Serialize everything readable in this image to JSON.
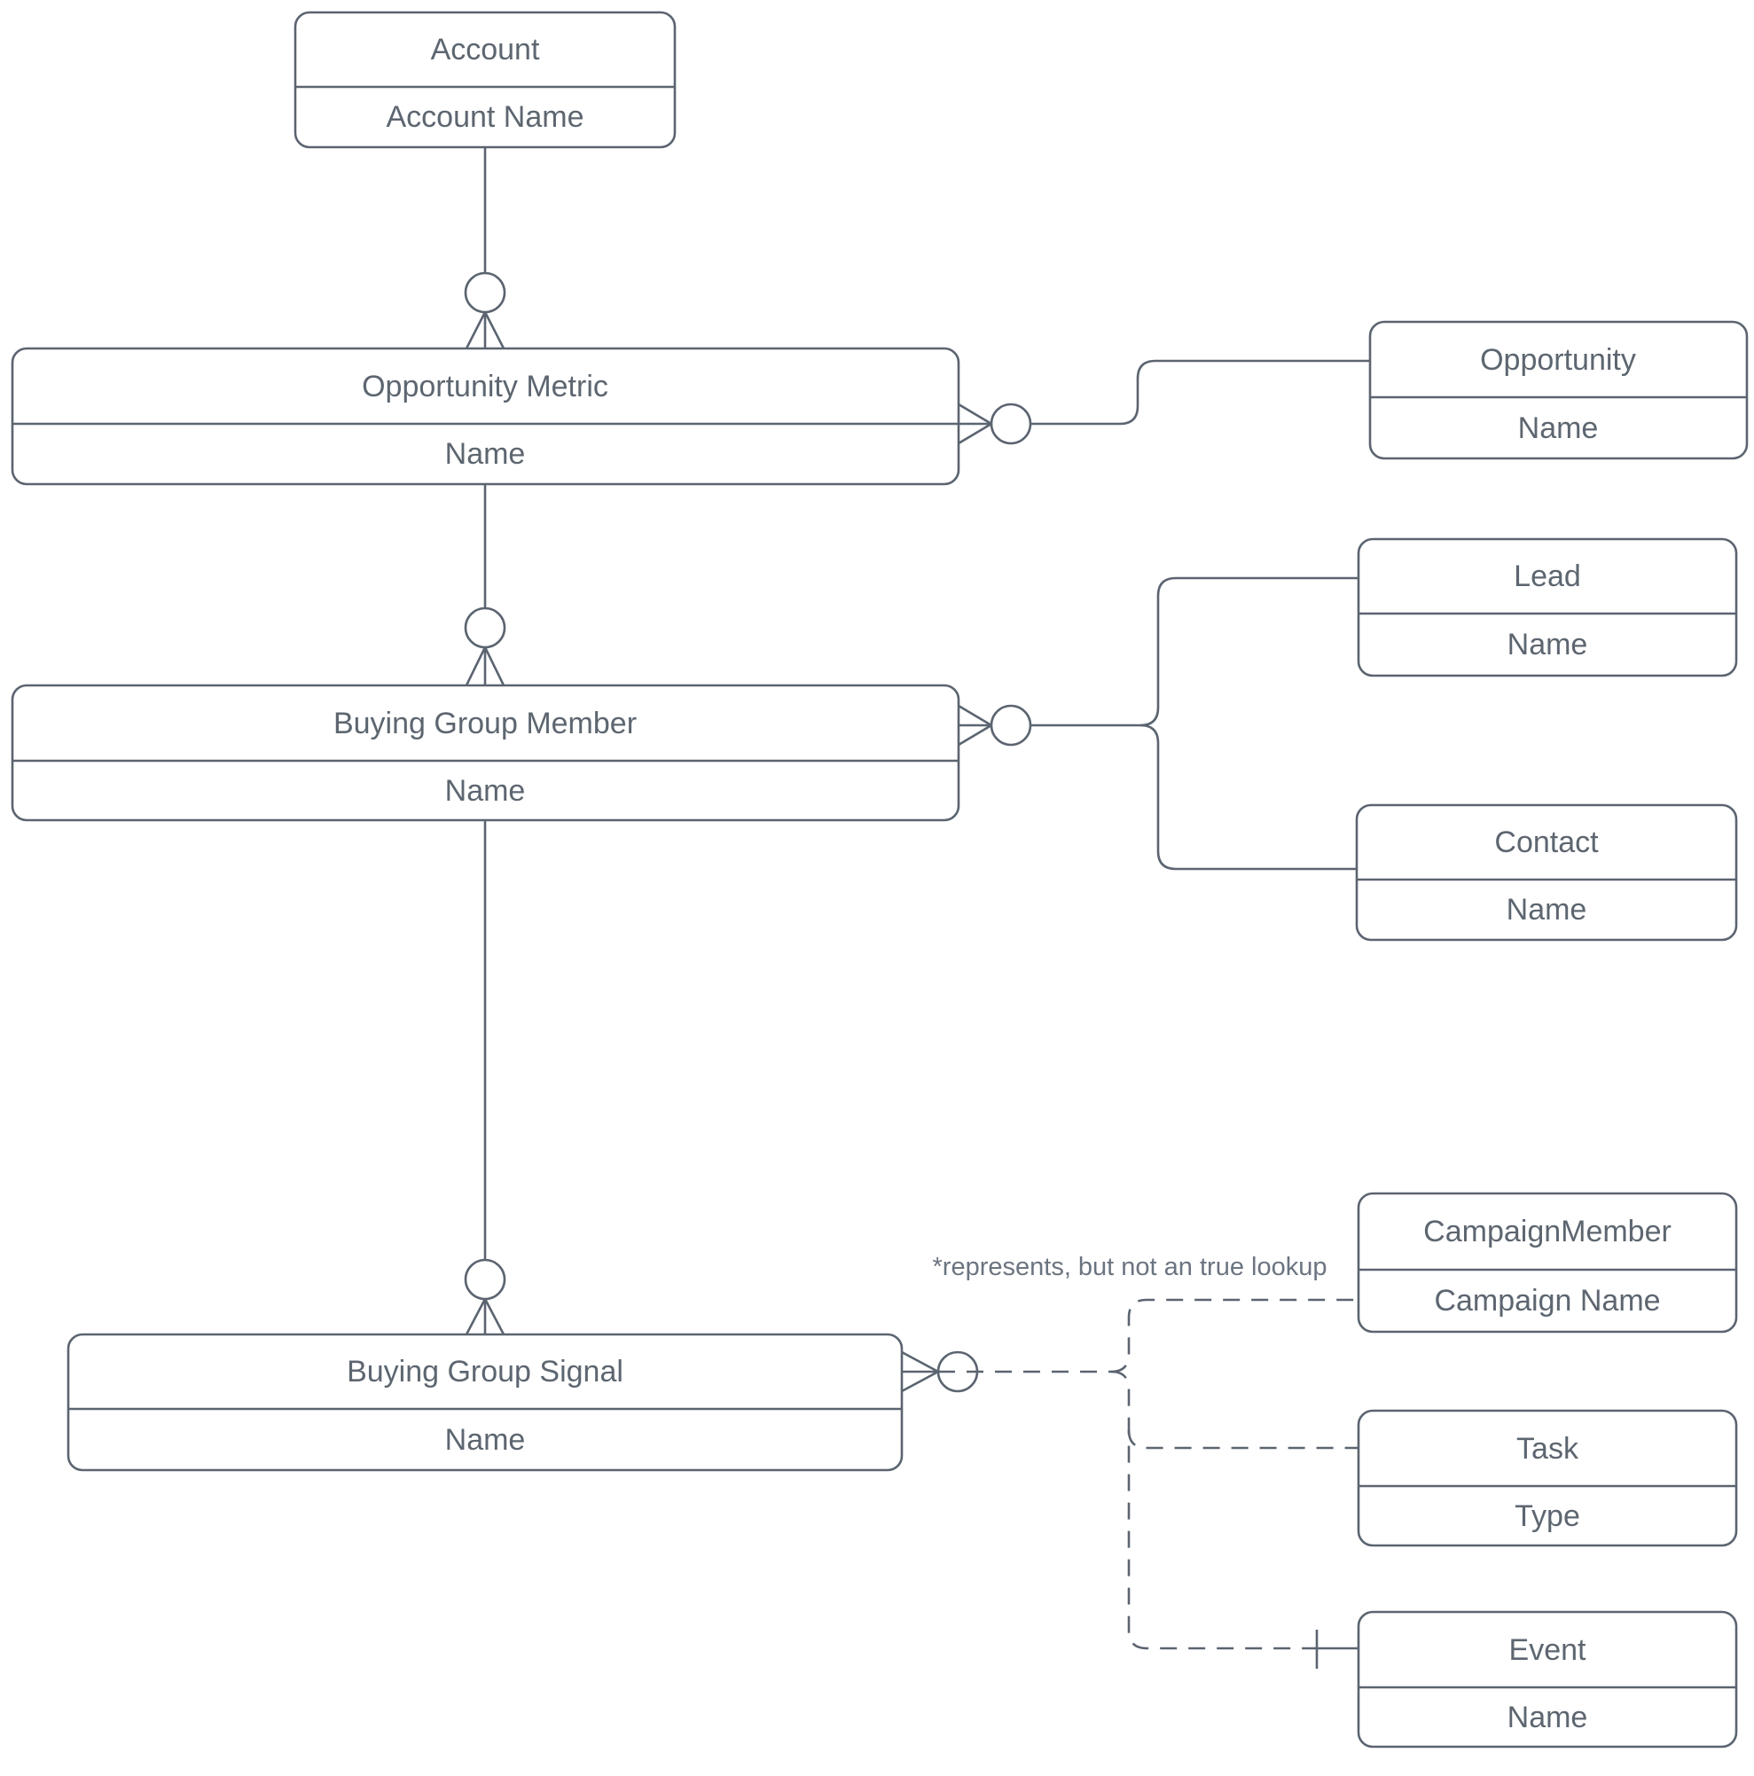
{
  "diagram": {
    "type": "entity-relationship-diagram",
    "background_color": "#ffffff",
    "line_color": "#5b6470",
    "text_color": "#5d6670",
    "annotation": "*represents, but not an true lookup",
    "entities": [
      {
        "id": "account",
        "title": "Account",
        "attribute": "Account Name"
      },
      {
        "id": "opportunity-metric",
        "title": "Opportunity Metric",
        "attribute": "Name"
      },
      {
        "id": "opportunity",
        "title": "Opportunity",
        "attribute": "Name"
      },
      {
        "id": "buying-group-member",
        "title": "Buying Group Member",
        "attribute": "Name"
      },
      {
        "id": "lead",
        "title": "Lead",
        "attribute": "Name"
      },
      {
        "id": "contact",
        "title": "Contact",
        "attribute": "Name"
      },
      {
        "id": "buying-group-signal",
        "title": "Buying Group Signal",
        "attribute": "Name"
      },
      {
        "id": "campaign-member",
        "title": "CampaignMember",
        "attribute": "Campaign Name"
      },
      {
        "id": "task",
        "title": "Task",
        "attribute": "Type"
      },
      {
        "id": "event",
        "title": "Event",
        "attribute": "Name"
      }
    ],
    "relationships": [
      {
        "from": "Account",
        "to": "Opportunity Metric",
        "from_end": "none",
        "to_end": "zero-or-many",
        "style": "solid"
      },
      {
        "from": "Opportunity Metric",
        "to": "Opportunity",
        "from_end": "zero-or-many",
        "to_end": "none",
        "style": "solid"
      },
      {
        "from": "Opportunity Metric",
        "to": "Buying Group Member",
        "from_end": "none",
        "to_end": "zero-or-many",
        "style": "solid"
      },
      {
        "from": "Buying Group Member",
        "to": "Lead",
        "from_end": "zero-or-many",
        "to_end": "none",
        "style": "solid"
      },
      {
        "from": "Buying Group Member",
        "to": "Contact",
        "from_end": "zero-or-many",
        "to_end": "none",
        "style": "solid"
      },
      {
        "from": "Buying Group Member",
        "to": "Buying Group Signal",
        "from_end": "none",
        "to_end": "zero-or-many",
        "style": "solid"
      },
      {
        "from": "Buying Group Signal",
        "to": "CampaignMember",
        "from_end": "zero-or-many",
        "to_end": "none",
        "style": "dashed"
      },
      {
        "from": "Buying Group Signal",
        "to": "Task",
        "from_end": "zero-or-many",
        "to_end": "none",
        "style": "dashed"
      },
      {
        "from": "Buying Group Signal",
        "to": "Event",
        "from_end": "zero-or-many",
        "to_end": "one",
        "style": "dashed"
      }
    ]
  }
}
